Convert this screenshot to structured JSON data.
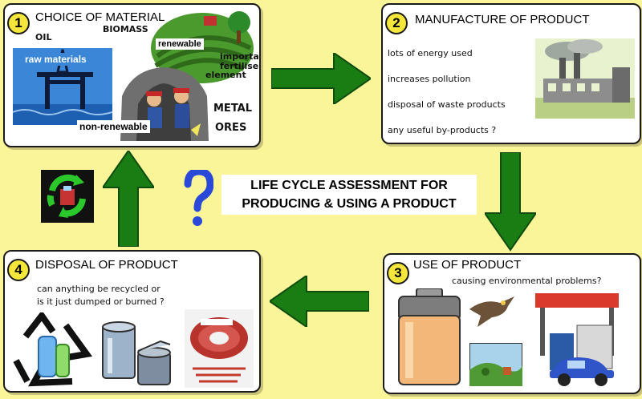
{
  "center": {
    "title_line1": "LIFE CYCLE ASSESSMENT FOR",
    "title_line2": "PRODUCING & USING A PRODUCT"
  },
  "stage1": {
    "number": "1",
    "title": "CHOICE OF MATERIAL",
    "oil": "OIL",
    "biomass": "BIOMASS",
    "raw_materials": "raw materials",
    "renewable": "renewable",
    "important": "important",
    "fertiliser": "fertiliser",
    "element": "element",
    "non_renewable": "non-renewable",
    "metal": "METAL",
    "ores": "ORES"
  },
  "stage2": {
    "number": "2",
    "title": "MANUFACTURE OF PRODUCT",
    "points": [
      "lots of energy used",
      "increases pollution",
      "disposal of waste products",
      "any useful by-products ?"
    ]
  },
  "stage3": {
    "number": "3",
    "title": "USE OF PRODUCT",
    "subtitle": "causing environmental problems?"
  },
  "stage4": {
    "number": "4",
    "title": "DISPOSAL OF PRODUCT",
    "line1": "can anything be recycled or",
    "line2": "is it just dumped or burned ?"
  },
  "colors": {
    "background": "#fbf59a",
    "arrow": "#1a7d14",
    "number_badge": "#f5e63c",
    "question_mark": "#2a49d8"
  },
  "icons": [
    "oil-rig-icon",
    "farm-field-icon",
    "miners-icon",
    "factory-icon",
    "battery-icon",
    "hawk-icon",
    "landscape-icon",
    "gas-station-icon",
    "recycle-icon",
    "tin-cans-icon",
    "cable-reel-icon",
    "recycle-bin-icon",
    "question-mark-icon"
  ]
}
